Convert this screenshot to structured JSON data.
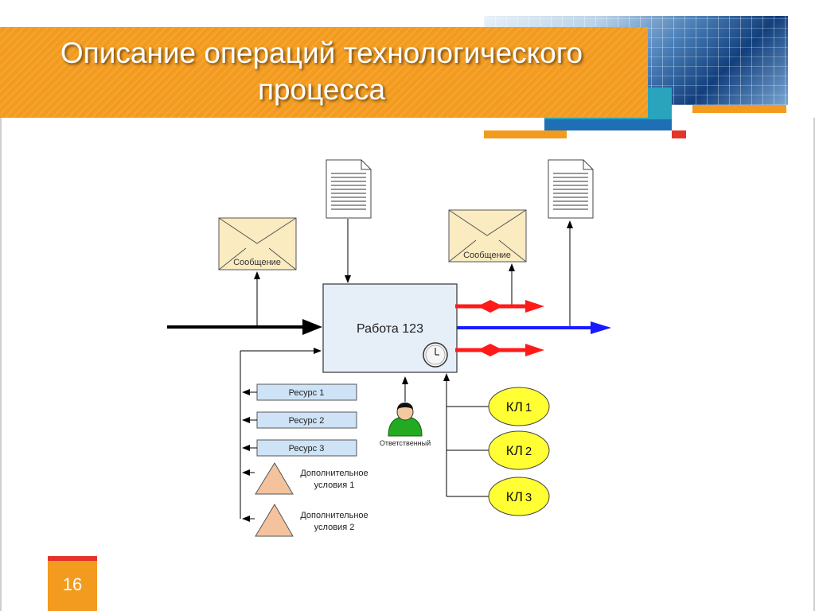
{
  "slide": {
    "title_line1": "Описание операций технологического",
    "title_line2": "процесса",
    "page_number": "16"
  },
  "diagram": {
    "process_label": "Работа 123",
    "message_left": "Сообщение",
    "message_right": "Сообщение",
    "resources": [
      "Ресурс 1",
      "Ресурс 2",
      "Ресурс 3"
    ],
    "conditions": [
      {
        "line1": "Дополнительное",
        "line2": "условия 1"
      },
      {
        "line1": "Дополнительное",
        "line2": "условия 2"
      }
    ],
    "responsible_label": "Ответственный",
    "kl_nodes": [
      {
        "prefix": "КЛ",
        "num": "1"
      },
      {
        "prefix": "КЛ",
        "num": "2"
      },
      {
        "prefix": "КЛ",
        "num": "3"
      }
    ]
  },
  "colors": {
    "header_orange": "#f39b1e",
    "process_fill": "#e6eef8",
    "envelope_fill": "#faebc0",
    "resource_fill": "#cfe3f7",
    "condition_fill": "#f4c29c",
    "kl_fill": "#ffff33",
    "output_blue": "#1a1aff",
    "output_red": "#ff1a1a",
    "person_green": "#22aa22"
  }
}
